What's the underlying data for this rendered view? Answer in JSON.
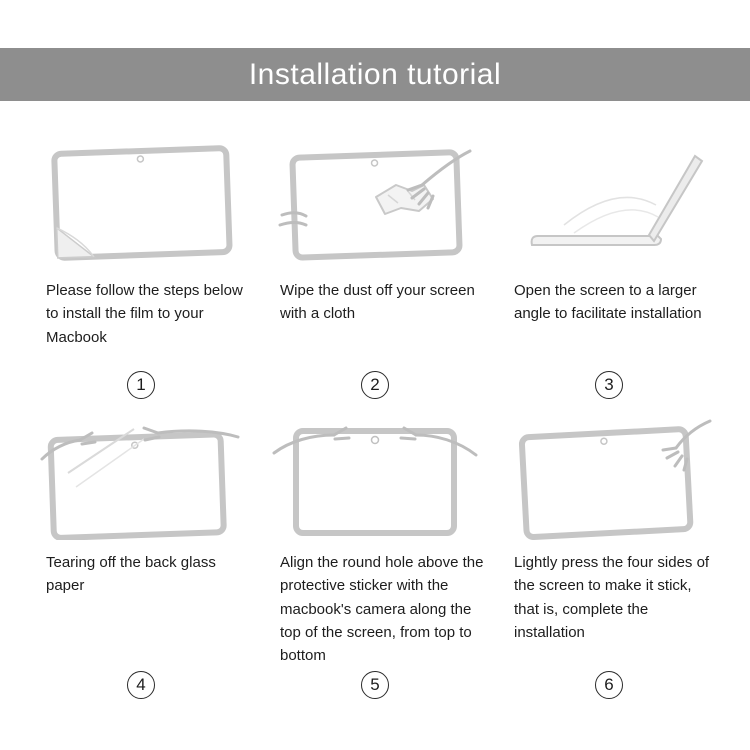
{
  "header": {
    "title": "Installation tutorial",
    "banner_color": "#8e8e8e",
    "text_color": "#ffffff"
  },
  "steps": [
    {
      "number": "1",
      "caption": "Please follow the steps below to install the film to your Macbook",
      "illustration": "film-corner-peel"
    },
    {
      "number": "2",
      "caption": "Wipe the dust off your screen with a cloth",
      "illustration": "wipe-screen-with-cloth"
    },
    {
      "number": "3",
      "caption": "Open the screen to a larger angle to facilitate installation",
      "illustration": "laptop-open-wide-angle"
    },
    {
      "number": "4",
      "caption": "Tearing off the back glass paper",
      "illustration": "tear-back-glass-paper"
    },
    {
      "number": "5",
      "caption": "Align the round hole above the protective sticker with the macbook's camera along the top of the screen, from top to bottom",
      "illustration": "align-camera-hole"
    },
    {
      "number": "6",
      "caption": "Lightly press the four sides of the screen to make it stick, that is, complete the installation",
      "illustration": "press-four-sides"
    }
  ]
}
